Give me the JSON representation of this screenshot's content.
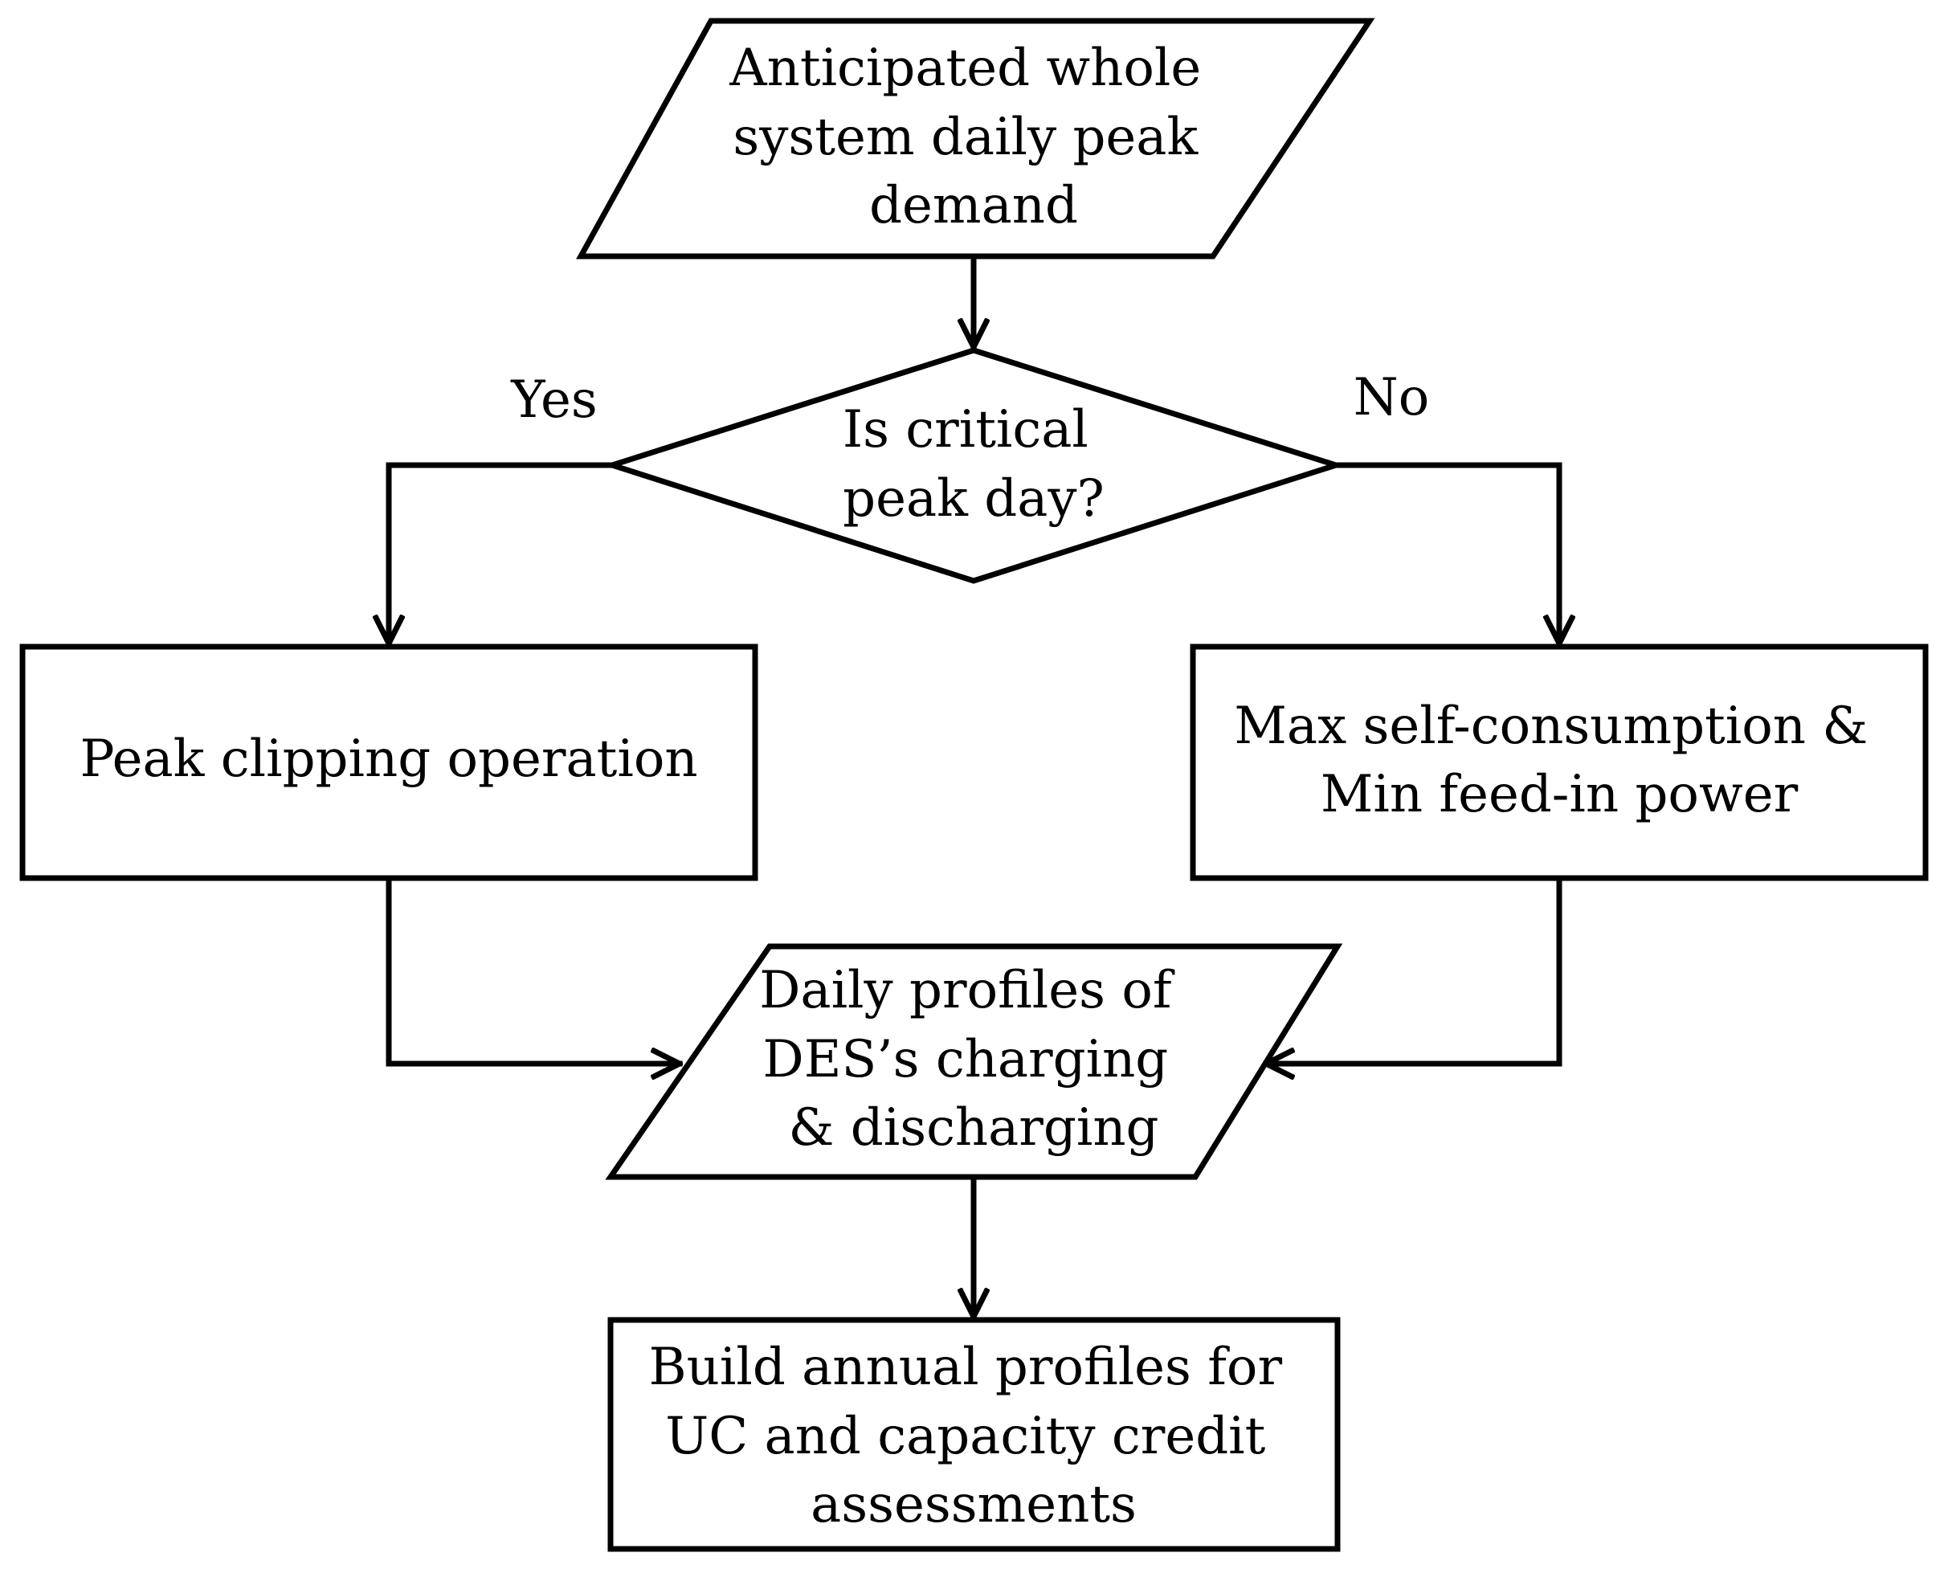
{
  "nodes": {
    "start": {
      "lines": [
        "Anticipated whole",
        "system daily peak",
        "demand"
      ]
    },
    "decision": {
      "lines": [
        "Is critical",
        "peak day?"
      ]
    },
    "peak_clipping": {
      "lines": [
        "Peak clipping operation"
      ]
    },
    "self_consumption": {
      "lines": [
        "Max self-consumption &",
        "Min feed-in power"
      ]
    },
    "daily_profiles": {
      "lines": [
        "Daily profiles of",
        "DES’s charging",
        "& discharging"
      ]
    },
    "annual_profiles": {
      "lines": [
        "Build annual profiles for",
        "UC and capacity credit",
        "assessments"
      ]
    }
  },
  "branches": {
    "yes": "Yes",
    "no": "No"
  }
}
